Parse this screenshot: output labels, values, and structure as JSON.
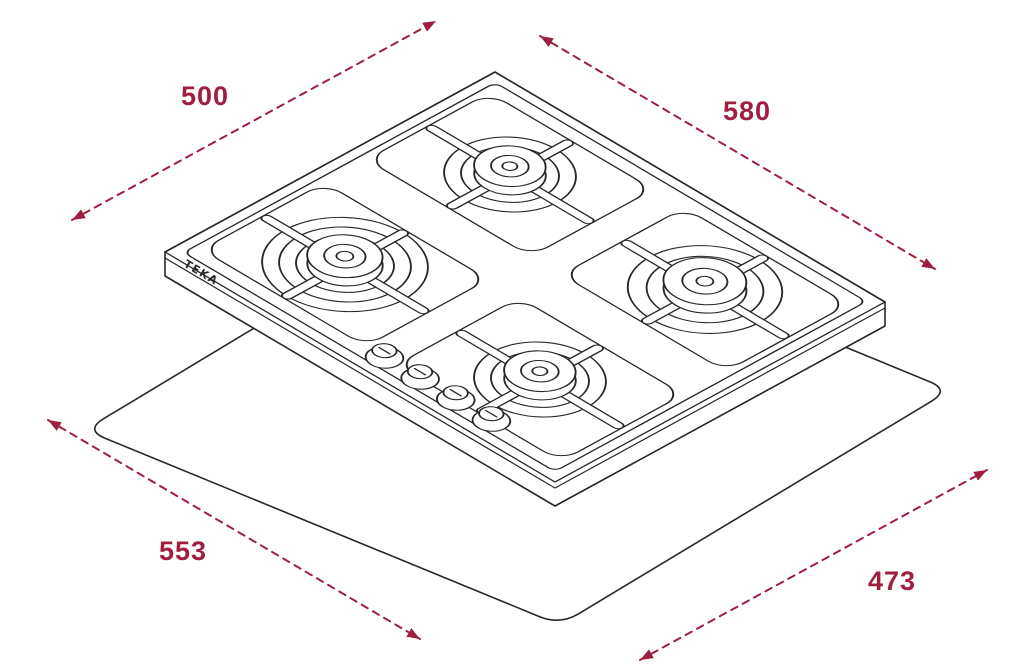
{
  "diagram": {
    "brand_label": "TEKA",
    "dimensions": {
      "top_left": "500",
      "top_right": "580",
      "bottom_left": "553",
      "bottom_right": "473"
    }
  },
  "colors": {
    "dimension": "#9E1F3F",
    "line": "#2A2627",
    "background": "#FFFFFF"
  }
}
